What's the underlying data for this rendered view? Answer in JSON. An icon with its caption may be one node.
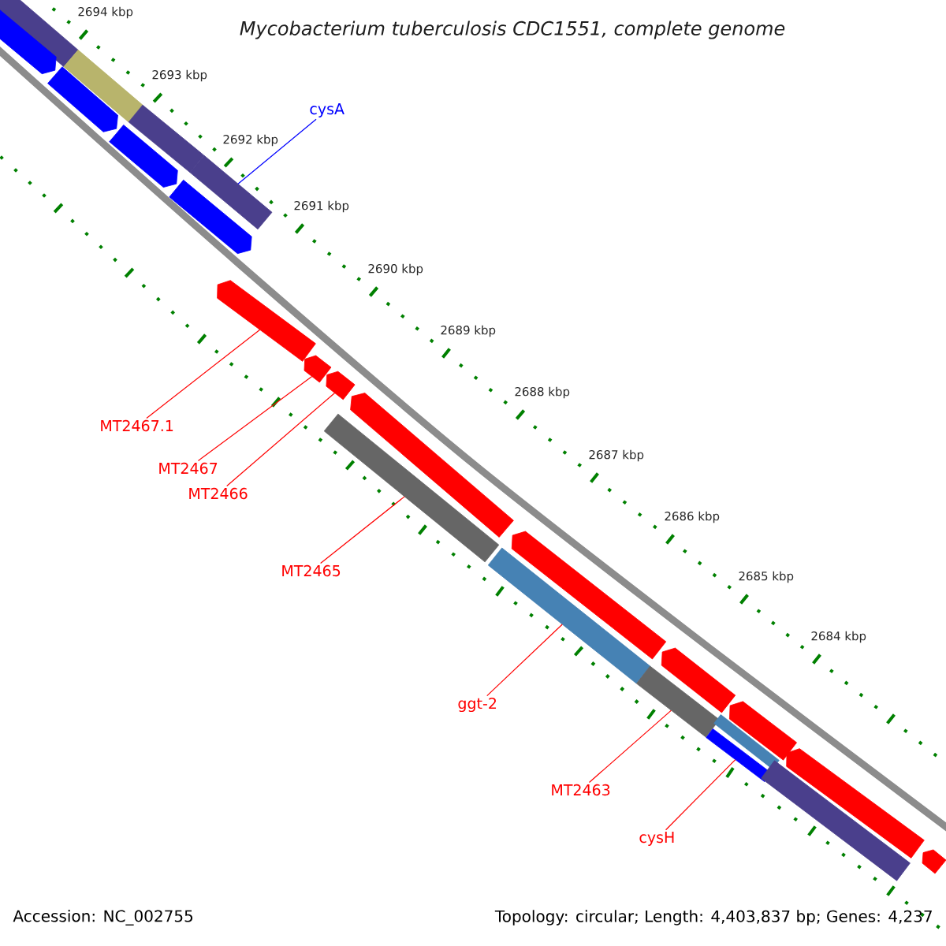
{
  "diagram": {
    "title": "Mycobacterium tuberculosis CDC1551, complete genome",
    "nodes": [
      {
        "text": [],
        "shape": "bar"
      },
      {
        "text": [],
        "shape": "bar"
      },
      {
        "text": [],
        "shape": "bar"
      },
      {
        "text": [],
        "shape": "bar"
      },
      {
        "text": [],
        "shape": "bar"
      },
      {
        "text": [],
        "shape": "bar"
      },
      {
        "text": [],
        "shape": "bar"
      },
      {
        "text": [],
        "shape": "bar"
      },
      {
        "text": [],
        "shape": "bar"
      },
      {
        "text": [],
        "shape": "bar"
      },
      {
        "text": [],
        "shape": "bar"
      },
      {
        "text": [],
        "shape": "bar"
      },
      {
        "text": [],
        "shape": "bar"
      },
      {
        "text": [],
        "shape": "bar"
      },
      {
        "text": [],
        "shape": "bar"
      },
      {
        "text": [],
        "shape": "bar"
      },
      {
        "text": [],
        "shape": "bar"
      },
      {
        "text": [],
        "shape": "bar"
      },
      {
        "text": [],
        "shape": "bar"
      },
      {
        "text": [],
        "shape": "bar"
      },
      {
        "text": [],
        "shape": "bar"
      },
      {
        "text": [],
        "shape": "bar"
      },
      {
        "text": [],
        "shape": "bar"
      },
      {
        "text": [
          "cysA"
        ]
      },
      {
        "text": [
          "MT2467.1"
        ]
      },
      {
        "text": [
          "MT2467"
        ]
      },
      {
        "text": [
          "MT2466"
        ]
      },
      {
        "text": [
          "MT2465"
        ]
      },
      {
        "text": [
          "ggt-2"
        ]
      },
      {
        "text": [
          "MT2463"
        ]
      },
      {
        "text": [
          "cysH"
        ]
      }
    ],
    "edges": [
      {
        "from": 23,
        "to": 3,
        "arrow": "none",
        "color": "#0000ff"
      },
      {
        "from": 24,
        "to": 8,
        "arrow": "none"
      },
      {
        "from": 25,
        "to": 9,
        "arrow": "none"
      },
      {
        "from": 26,
        "to": 10,
        "arrow": "none"
      },
      {
        "from": 27,
        "to": 17,
        "arrow": "none"
      },
      {
        "from": 28,
        "to": 18,
        "arrow": "none"
      },
      {
        "from": 29,
        "to": 19,
        "arrow": "none"
      },
      {
        "from": 30,
        "to": 21,
        "arrow": "none"
      }
    ],
    "labels": [
      "2694 kbp",
      "2693 kbp",
      "2692 kbp",
      "2691 kbp",
      "2690 kbp",
      "2689 kbp",
      "2688 kbp",
      "2687 kbp",
      "2686 kbp",
      "2685 kbp",
      "2684 kbp",
      "Accession: NC_002755",
      "Topology: circular; Length: 4,403,837 bp; Genes: 4,237"
    ]
  }
}
